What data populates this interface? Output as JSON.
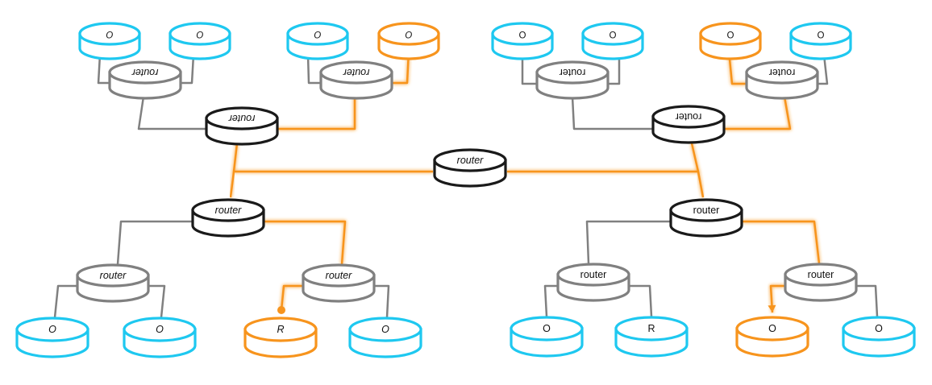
{
  "colors": {
    "orange": "#f7941d",
    "cyan": "#1ec8f0",
    "gray": "#808080",
    "black": "#1a1a1a"
  },
  "nodes": [
    {
      "id": "core",
      "label": "router",
      "kind": "router",
      "tone": "black",
      "italic": true,
      "flip": false
    },
    {
      "id": "tl-hub",
      "label": "router",
      "kind": "router",
      "tone": "black",
      "italic": true,
      "flip": true
    },
    {
      "id": "tl-r1",
      "label": "router",
      "kind": "router",
      "tone": "gray",
      "italic": true,
      "flip": true
    },
    {
      "id": "tl-r2",
      "label": "router",
      "kind": "router",
      "tone": "gray",
      "italic": true,
      "flip": true
    },
    {
      "id": "tl-e1",
      "label": "O",
      "kind": "end",
      "tone": "cyan",
      "italic": true,
      "flip": true
    },
    {
      "id": "tl-e2",
      "label": "O",
      "kind": "end",
      "tone": "cyan",
      "italic": true,
      "flip": true
    },
    {
      "id": "tl-e3",
      "label": "O",
      "kind": "end",
      "tone": "cyan",
      "italic": true,
      "flip": true
    },
    {
      "id": "tl-e4",
      "label": "O",
      "kind": "end",
      "tone": "orange",
      "italic": true,
      "flip": true
    },
    {
      "id": "tr-hub",
      "label": "router",
      "kind": "router",
      "tone": "black",
      "italic": false,
      "flip": true
    },
    {
      "id": "tr-r1",
      "label": "router",
      "kind": "router",
      "tone": "gray",
      "italic": false,
      "flip": true
    },
    {
      "id": "tr-r2",
      "label": "router",
      "kind": "router",
      "tone": "gray",
      "italic": false,
      "flip": true
    },
    {
      "id": "tr-e1",
      "label": "O",
      "kind": "end",
      "tone": "cyan",
      "italic": false,
      "flip": true
    },
    {
      "id": "tr-e2",
      "label": "O",
      "kind": "end",
      "tone": "cyan",
      "italic": false,
      "flip": true
    },
    {
      "id": "tr-e3",
      "label": "O",
      "kind": "end",
      "tone": "orange",
      "italic": false,
      "flip": true
    },
    {
      "id": "tr-e4",
      "label": "O",
      "kind": "end",
      "tone": "cyan",
      "italic": false,
      "flip": true
    },
    {
      "id": "bl-hub",
      "label": "router",
      "kind": "router",
      "tone": "black",
      "italic": true,
      "flip": false
    },
    {
      "id": "bl-r1",
      "label": "router",
      "kind": "router",
      "tone": "gray",
      "italic": true,
      "flip": false
    },
    {
      "id": "bl-r2",
      "label": "router",
      "kind": "router",
      "tone": "gray",
      "italic": true,
      "flip": false
    },
    {
      "id": "bl-e1",
      "label": "O",
      "kind": "end",
      "tone": "cyan",
      "italic": true,
      "flip": false
    },
    {
      "id": "bl-e2",
      "label": "O",
      "kind": "end",
      "tone": "cyan",
      "italic": true,
      "flip": false
    },
    {
      "id": "bl-e3",
      "label": "R",
      "kind": "end",
      "tone": "orange",
      "italic": true,
      "flip": false
    },
    {
      "id": "bl-e4",
      "label": "O",
      "kind": "end",
      "tone": "cyan",
      "italic": true,
      "flip": false
    },
    {
      "id": "br-hub",
      "label": "router",
      "kind": "router",
      "tone": "black",
      "italic": false,
      "flip": false
    },
    {
      "id": "br-r1",
      "label": "router",
      "kind": "router",
      "tone": "gray",
      "italic": false,
      "flip": false
    },
    {
      "id": "br-r2",
      "label": "router",
      "kind": "router",
      "tone": "gray",
      "italic": false,
      "flip": false
    },
    {
      "id": "br-e1",
      "label": "O",
      "kind": "end",
      "tone": "cyan",
      "italic": false,
      "flip": false
    },
    {
      "id": "br-e2",
      "label": "R",
      "kind": "end",
      "tone": "cyan",
      "italic": false,
      "flip": false
    },
    {
      "id": "br-e3",
      "label": "O",
      "kind": "end",
      "tone": "orange",
      "italic": false,
      "flip": false
    },
    {
      "id": "br-e4",
      "label": "O",
      "kind": "end",
      "tone": "cyan",
      "italic": false,
      "flip": false
    }
  ],
  "links": [
    {
      "from": "core",
      "to": "tl-hub",
      "tone": "orange"
    },
    {
      "from": "core",
      "to": "tr-hub",
      "tone": "orange"
    },
    {
      "from": "core",
      "to": "bl-hub",
      "tone": "orange"
    },
    {
      "from": "core",
      "to": "br-hub",
      "tone": "orange"
    },
    {
      "from": "tl-hub",
      "to": "tl-r1",
      "tone": "gray"
    },
    {
      "from": "tl-hub",
      "to": "tl-r2",
      "tone": "orange"
    },
    {
      "from": "tl-r1",
      "to": "tl-e1",
      "tone": "gray"
    },
    {
      "from": "tl-r1",
      "to": "tl-e2",
      "tone": "gray"
    },
    {
      "from": "tl-r2",
      "to": "tl-e3",
      "tone": "gray"
    },
    {
      "from": "tl-r2",
      "to": "tl-e4",
      "tone": "orange",
      "end": "arrow"
    },
    {
      "from": "tr-hub",
      "to": "tr-r1",
      "tone": "gray"
    },
    {
      "from": "tr-hub",
      "to": "tr-r2",
      "tone": "orange"
    },
    {
      "from": "tr-r1",
      "to": "tr-e1",
      "tone": "gray"
    },
    {
      "from": "tr-r1",
      "to": "tr-e2",
      "tone": "gray"
    },
    {
      "from": "tr-r2",
      "to": "tr-e3",
      "tone": "orange",
      "end": "arrow"
    },
    {
      "from": "tr-r2",
      "to": "tr-e4",
      "tone": "gray"
    },
    {
      "from": "bl-hub",
      "to": "bl-r1",
      "tone": "gray"
    },
    {
      "from": "bl-hub",
      "to": "bl-r2",
      "tone": "orange"
    },
    {
      "from": "bl-r1",
      "to": "bl-e1",
      "tone": "gray"
    },
    {
      "from": "bl-r1",
      "to": "bl-e2",
      "tone": "gray"
    },
    {
      "from": "bl-r2",
      "to": "bl-e3",
      "tone": "orange",
      "end": "dot"
    },
    {
      "from": "bl-r2",
      "to": "bl-e4",
      "tone": "gray"
    },
    {
      "from": "br-hub",
      "to": "br-r1",
      "tone": "gray"
    },
    {
      "from": "br-hub",
      "to": "br-r2",
      "tone": "orange"
    },
    {
      "from": "br-r1",
      "to": "br-e1",
      "tone": "gray"
    },
    {
      "from": "br-r1",
      "to": "br-e2",
      "tone": "gray"
    },
    {
      "from": "br-r2",
      "to": "br-e3",
      "tone": "orange",
      "end": "arrow"
    },
    {
      "from": "br-r2",
      "to": "br-e4",
      "tone": "gray"
    }
  ]
}
